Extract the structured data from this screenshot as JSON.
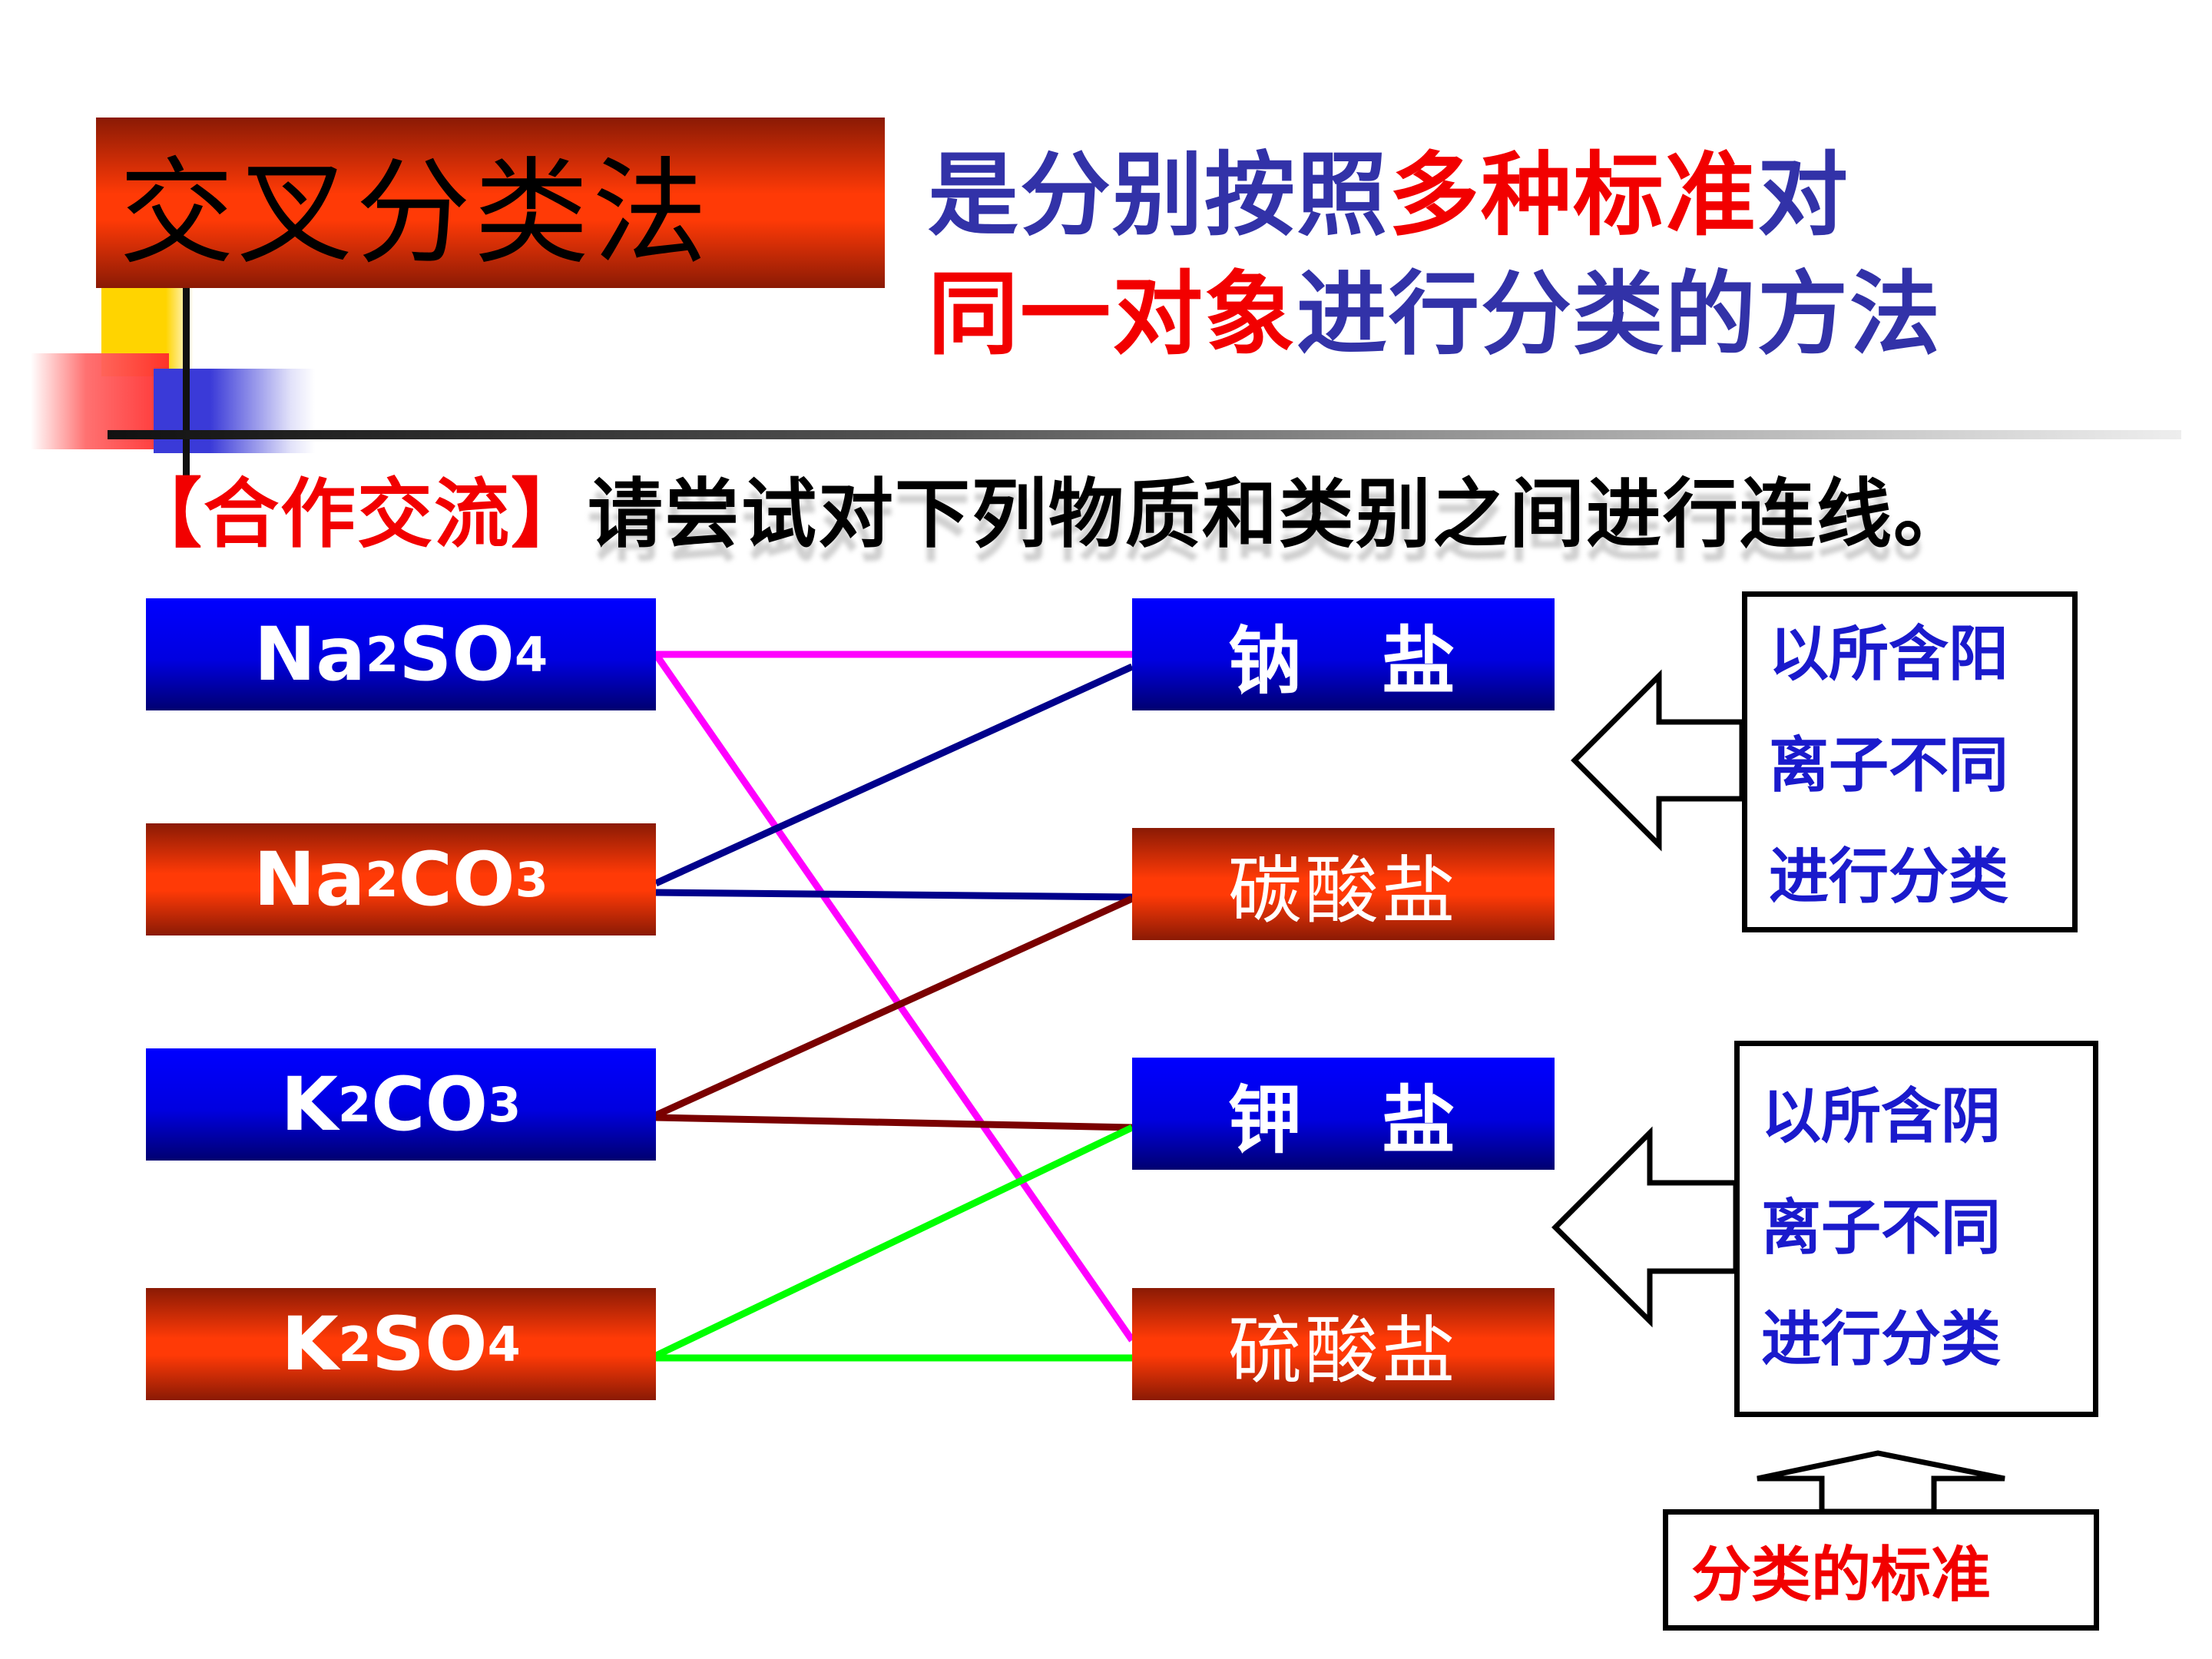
{
  "title": "交叉分类法",
  "definition": {
    "line1_blue_a": "是分别按照",
    "line1_red": "多种标准",
    "line1_blue_b": "对",
    "line2_red": "同一对象",
    "line2_blue": "进行分类的方法"
  },
  "cooperation": {
    "tag": "【合作交流】",
    "instruction": "请尝试对下列物质和类别之间进行连线。"
  },
  "substances": [
    {
      "base": "Na",
      "sub1": "2",
      "mid": "SO",
      "sub2": "4"
    },
    {
      "base": "Na",
      "sub1": "2",
      "mid": "CO",
      "sub2": "3"
    },
    {
      "base": "K",
      "sub1": "2",
      "mid": "CO",
      "sub2": "3"
    },
    {
      "base": "K",
      "sub1": "2",
      "mid": "SO",
      "sub2": "4"
    }
  ],
  "categories": [
    "钠　盐",
    "碳酸盐",
    "钾　盐",
    "硫酸盐"
  ],
  "notes": {
    "cation": [
      "以所含阳",
      "离子不同",
      "进行分类"
    ],
    "anion": [
      "以所含阴",
      "离子不同",
      "进行分类"
    ],
    "standard": "分类的标准"
  },
  "colors": {
    "title_blue": "#3232a8",
    "highlight_red": "#f20000",
    "note_blue": "#1a1acc",
    "line_magenta": "#ff00ff",
    "line_navy": "#00008b",
    "line_maroon": "#7a0000",
    "line_green": "#00ff00"
  }
}
